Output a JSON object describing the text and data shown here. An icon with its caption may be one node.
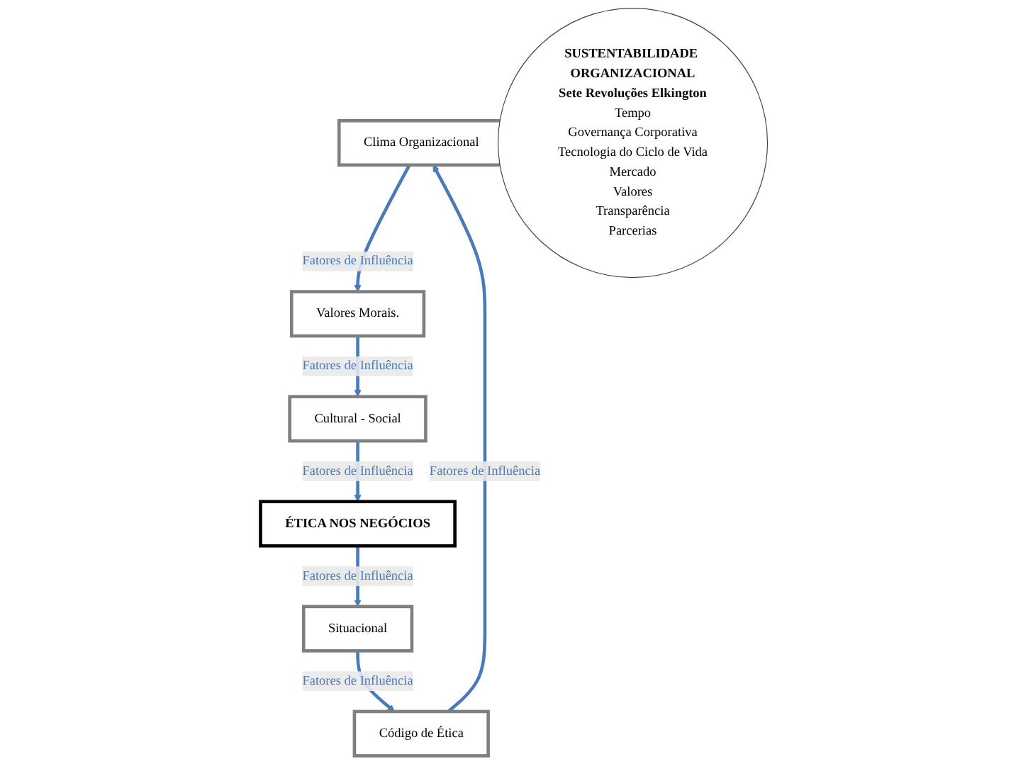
{
  "diagram": {
    "nodes": [
      {
        "text": [
          "Clima Organizacional"
        ]
      },
      {
        "text": [
          "Código de Ética"
        ]
      },
      {
        "text": [
          "Valores Morais."
        ]
      },
      {
        "text": [
          "SUSTENTABILIDADE ORGANIZACIONAL",
          "Sete Revoluções Elkington",
          "Tempo",
          "Governança Corporativa",
          "Tecnologia do Ciclo de Vida",
          "Mercado",
          "Valores",
          "Transparência",
          "Parcerias"
        ]
      },
      {
        "text": [
          "Cultural - Social"
        ]
      },
      {
        "text": [
          "Situacional"
        ]
      },
      {
        "text": [
          "ÉTICA NOS NEGÓCIOS"
        ]
      }
    ],
    "edges": [
      {
        "from": 1,
        "to": 0,
        "arrow": "to",
        "label": "Fatores de Influência"
      },
      {
        "from": 0,
        "to": 2,
        "arrow": "to",
        "label": "Fatores de Influência"
      },
      {
        "from": 2,
        "to": 4,
        "arrow": "to",
        "label": "Fatores de Influência"
      },
      {
        "from": 4,
        "to": 6,
        "arrow": "to",
        "label": "Fatores de Influência"
      },
      {
        "from": 6,
        "to": 5,
        "arrow": "to",
        "label": "Fatores de Influência"
      },
      {
        "from": 5,
        "to": 1,
        "arrow": "to",
        "label": "Fatores de Influência"
      }
    ]
  }
}
